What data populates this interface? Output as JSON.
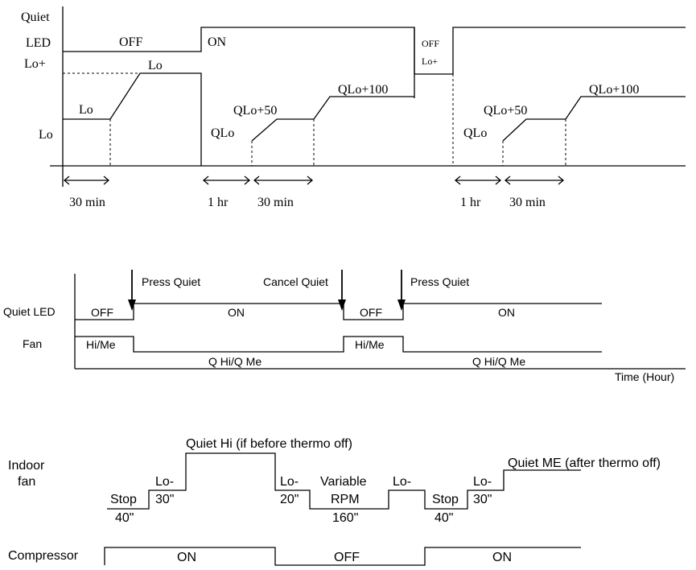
{
  "diagram1": {
    "axis_labels": [
      "Quiet",
      "LED",
      "Lo+",
      "Lo"
    ],
    "led_labels": [
      "OFF",
      "ON",
      "OFF"
    ],
    "level_labels": [
      "Lo+",
      "Lo",
      "Lo",
      "QLo+50",
      "QLo",
      "QLo+100",
      "QLo+50",
      "QLo",
      "QLo+100"
    ],
    "durations": [
      "30 min",
      "1 hr",
      "30 min",
      "1 hr",
      "30 min"
    ]
  },
  "diagram2": {
    "events": [
      "Press Quiet",
      "Cancel Quiet",
      "Press Quiet"
    ],
    "row_labels": [
      "Quiet LED",
      "Fan"
    ],
    "led_states": [
      "OFF",
      "ON",
      "OFF",
      "ON"
    ],
    "fan_states": [
      "Hi/Me",
      "Q Hi/Q Me",
      "Hi/Me",
      "Q Hi/Q Me"
    ],
    "x_axis": "Time (Hour)"
  },
  "diagram3": {
    "row_labels": [
      "Indoor",
      "fan",
      "Compressor"
    ],
    "top_labels": [
      "Quiet Hi (if before thermo off)",
      "Quiet ME (after thermo off)"
    ],
    "fan_steps": [
      "Stop",
      "Lo-",
      "Lo-",
      "Variable",
      "RPM",
      "Lo-",
      "Stop",
      "Lo-"
    ],
    "fan_times": [
      "40\"",
      "30\"",
      "20\"",
      "160\"",
      "40\"",
      "30\""
    ],
    "compressor_states": [
      "ON",
      "OFF",
      "ON"
    ]
  }
}
